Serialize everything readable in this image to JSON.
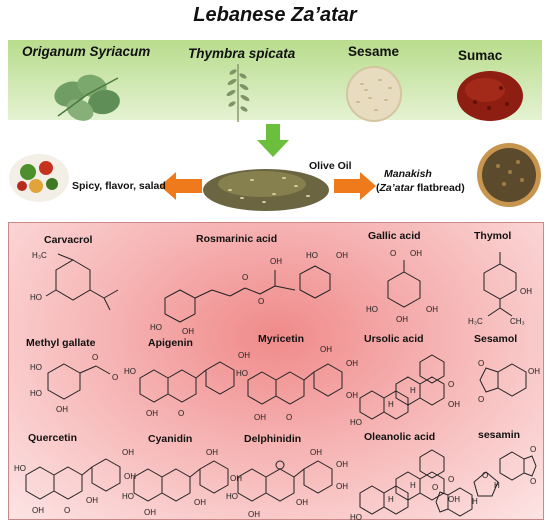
{
  "title": "Lebanese Za’atar",
  "ingredients": [
    {
      "label": "Origanum Syriacum",
      "italic": true
    },
    {
      "label": "Thymbra spicata",
      "italic": true
    },
    {
      "label": "Sesame",
      "italic": false
    },
    {
      "label": "Sumac",
      "italic": false
    }
  ],
  "middle": {
    "left_label": "Spicy, flavor, salad",
    "olive_oil": "Olive Oil",
    "manakish_line1": "Manakish",
    "manakish_line2_italic": "Za’atar",
    "manakish_line2_rest": " flatbread)",
    "manakish_paren_open": "("
  },
  "compounds": [
    {
      "name": "Carvacrol",
      "labels": [
        "H₃C",
        "HO"
      ]
    },
    {
      "name": "Rosmarinic acid",
      "labels": [
        "HO",
        "OH",
        "OH",
        "O",
        "O",
        "HO",
        "OH"
      ]
    },
    {
      "name": "Gallic acid",
      "labels": [
        "O",
        "OH",
        "HO",
        "OH",
        "OH"
      ]
    },
    {
      "name": "Thymol",
      "labels": [
        "OH",
        "H₃C",
        "CH₃"
      ]
    },
    {
      "name": "Methyl gallate",
      "labels": [
        "HO",
        "HO",
        "OH",
        "O",
        "O"
      ]
    },
    {
      "name": "Apigenin",
      "labels": [
        "HO",
        "OH",
        "OH",
        "O"
      ]
    },
    {
      "name": "Myricetin",
      "labels": [
        "OH",
        "OH",
        "HO",
        "OH",
        "OH",
        "O"
      ]
    },
    {
      "name": "Ursolic acid",
      "labels": [
        "HO",
        "OH",
        "O",
        "H",
        "H"
      ]
    },
    {
      "name": "Sesamol",
      "labels": [
        "OH",
        "O",
        "O"
      ]
    },
    {
      "name": "Quercetin",
      "labels": [
        "OH",
        "OH",
        "HO",
        "OH",
        "OH",
        "O"
      ]
    },
    {
      "name": "Cyanidin",
      "labels": [
        "OH",
        "OH",
        "HO",
        "OH",
        "OH"
      ]
    },
    {
      "name": "Delphinidin",
      "labels": [
        "OH",
        "OH",
        "HO",
        "OH",
        "OH",
        "OH"
      ]
    },
    {
      "name": "Oleanolic acid",
      "labels": [
        "HO",
        "OH",
        "O",
        "H",
        "H"
      ]
    },
    {
      "name": "sesamin",
      "labels": [
        "O",
        "O",
        "O",
        "O",
        "H",
        "H"
      ]
    }
  ],
  "colors": {
    "top_band": "#b8dc8c",
    "arrow_green": "#6cbf3c",
    "arrow_orange": "#ee7a1c",
    "panel_center": "#f08a8a",
    "panel_edge": "#fde4e4"
  },
  "icons": [
    "oregano-photo-icon",
    "thyme-sprig-icon",
    "sesame-seeds-icon",
    "sumac-powder-icon",
    "salad-photo-icon",
    "zaatar-mix-icon",
    "manakish-photo-icon"
  ]
}
